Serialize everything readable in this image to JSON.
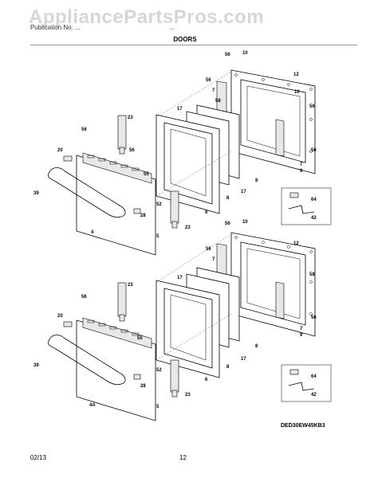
{
  "header": {
    "watermark": "AppliancePartsPros.com",
    "line1": "Publication No. ...",
    "code": "...",
    "section_title": "DOORS"
  },
  "diagram": {
    "code": "DED30EW45KB3",
    "upper_labels": [
      "56",
      "10",
      "12",
      "56",
      "7",
      "58",
      "56",
      "10",
      "56",
      "17",
      "23",
      "56",
      "20",
      "56",
      "55",
      "39",
      "52",
      "8",
      "6",
      "17",
      "8",
      "7",
      "9",
      "23",
      "28",
      "5",
      "4",
      "64",
      "42"
    ],
    "lower_labels": [
      "56",
      "10",
      "12",
      "56",
      "7",
      "58",
      "56",
      "17",
      "23",
      "56",
      "20",
      "55",
      "39",
      "52",
      "8",
      "6",
      "17",
      "8",
      "7",
      "9",
      "23",
      "28",
      "5",
      "4A",
      "64",
      "42"
    ]
  },
  "footer": {
    "date": "02/13",
    "page": "12"
  }
}
